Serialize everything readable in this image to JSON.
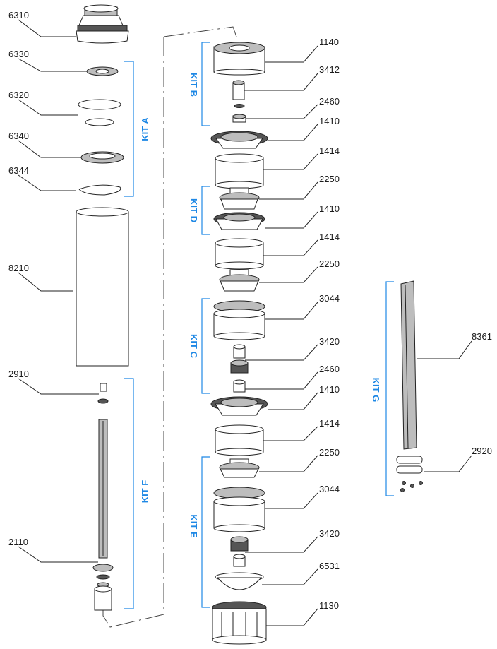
{
  "parts": {
    "p6310": "6310",
    "p6330": "6330",
    "p6320": "6320",
    "p6340": "6340",
    "p6344": "6344",
    "p8210": "8210",
    "p2910": "2910",
    "p2110": "2110",
    "p1140": "1140",
    "p3412": "3412",
    "p2460a": "2460",
    "p1410a": "1410",
    "p1414a": "1414",
    "p2250a": "2250",
    "p1410b": "1410",
    "p1414b": "1414",
    "p2250b": "2250",
    "p3044a": "3044",
    "p3420a": "3420",
    "p2460b": "2460",
    "p1410c": "1410",
    "p1414c": "1414",
    "p2250c": "2250",
    "p3044b": "3044",
    "p3420b": "3420",
    "p6531": "6531",
    "p1130": "1130",
    "p8361": "8361",
    "p2920": "2920"
  },
  "kits": {
    "a": "KIT A",
    "b": "KIT B",
    "c": "KIT C",
    "d": "KIT D",
    "e": "KIT E",
    "f": "KIT F",
    "g": "KIT G"
  },
  "colors": {
    "kit_accent": "#1e88e5",
    "line": "#222222"
  }
}
